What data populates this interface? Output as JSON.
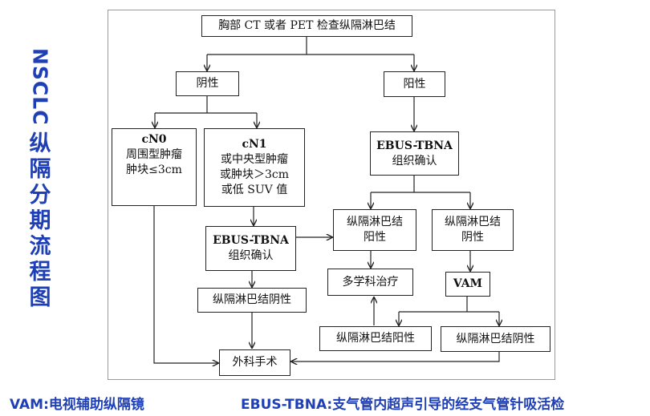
{
  "side_title": {
    "en": "NSCLC",
    "zh": "纵隔分期流程图"
  },
  "nodes": {
    "top": "胸部 CT 或者 PET 检查纵隔淋巴结",
    "neg": "阴性",
    "pos": "阳性",
    "cn0": [
      "cN0",
      "周围型肿瘤",
      "肿块≤3cm"
    ],
    "cn1": [
      "cN1",
      "或中央型肿瘤",
      "或肿块＞3cm",
      "或低 SUV 值"
    ],
    "ebus_r": [
      "EBUS-TBNA",
      "组织确认"
    ],
    "ebus_l": [
      "EBUS-TBNA",
      "组织确认"
    ],
    "mln_pos_mid": [
      "纵隔淋巴结",
      "阳性"
    ],
    "mln_neg_mid": [
      "纵隔淋巴结",
      "阴性"
    ],
    "mln_neg_left": "纵隔淋巴结阴性",
    "multi": "多学科治疗",
    "vam": "VAM",
    "mln_pos_bottom": "纵隔淋巴结阳性",
    "mln_neg_bottom": "纵隔淋巴结阴性",
    "surgery": "外科手术"
  },
  "footer": {
    "vam_def": "VAM:电视辅助纵隔镜",
    "ebus_def": "EBUS-TBNA:支气管内超声引导的经支气管针吸活检"
  }
}
